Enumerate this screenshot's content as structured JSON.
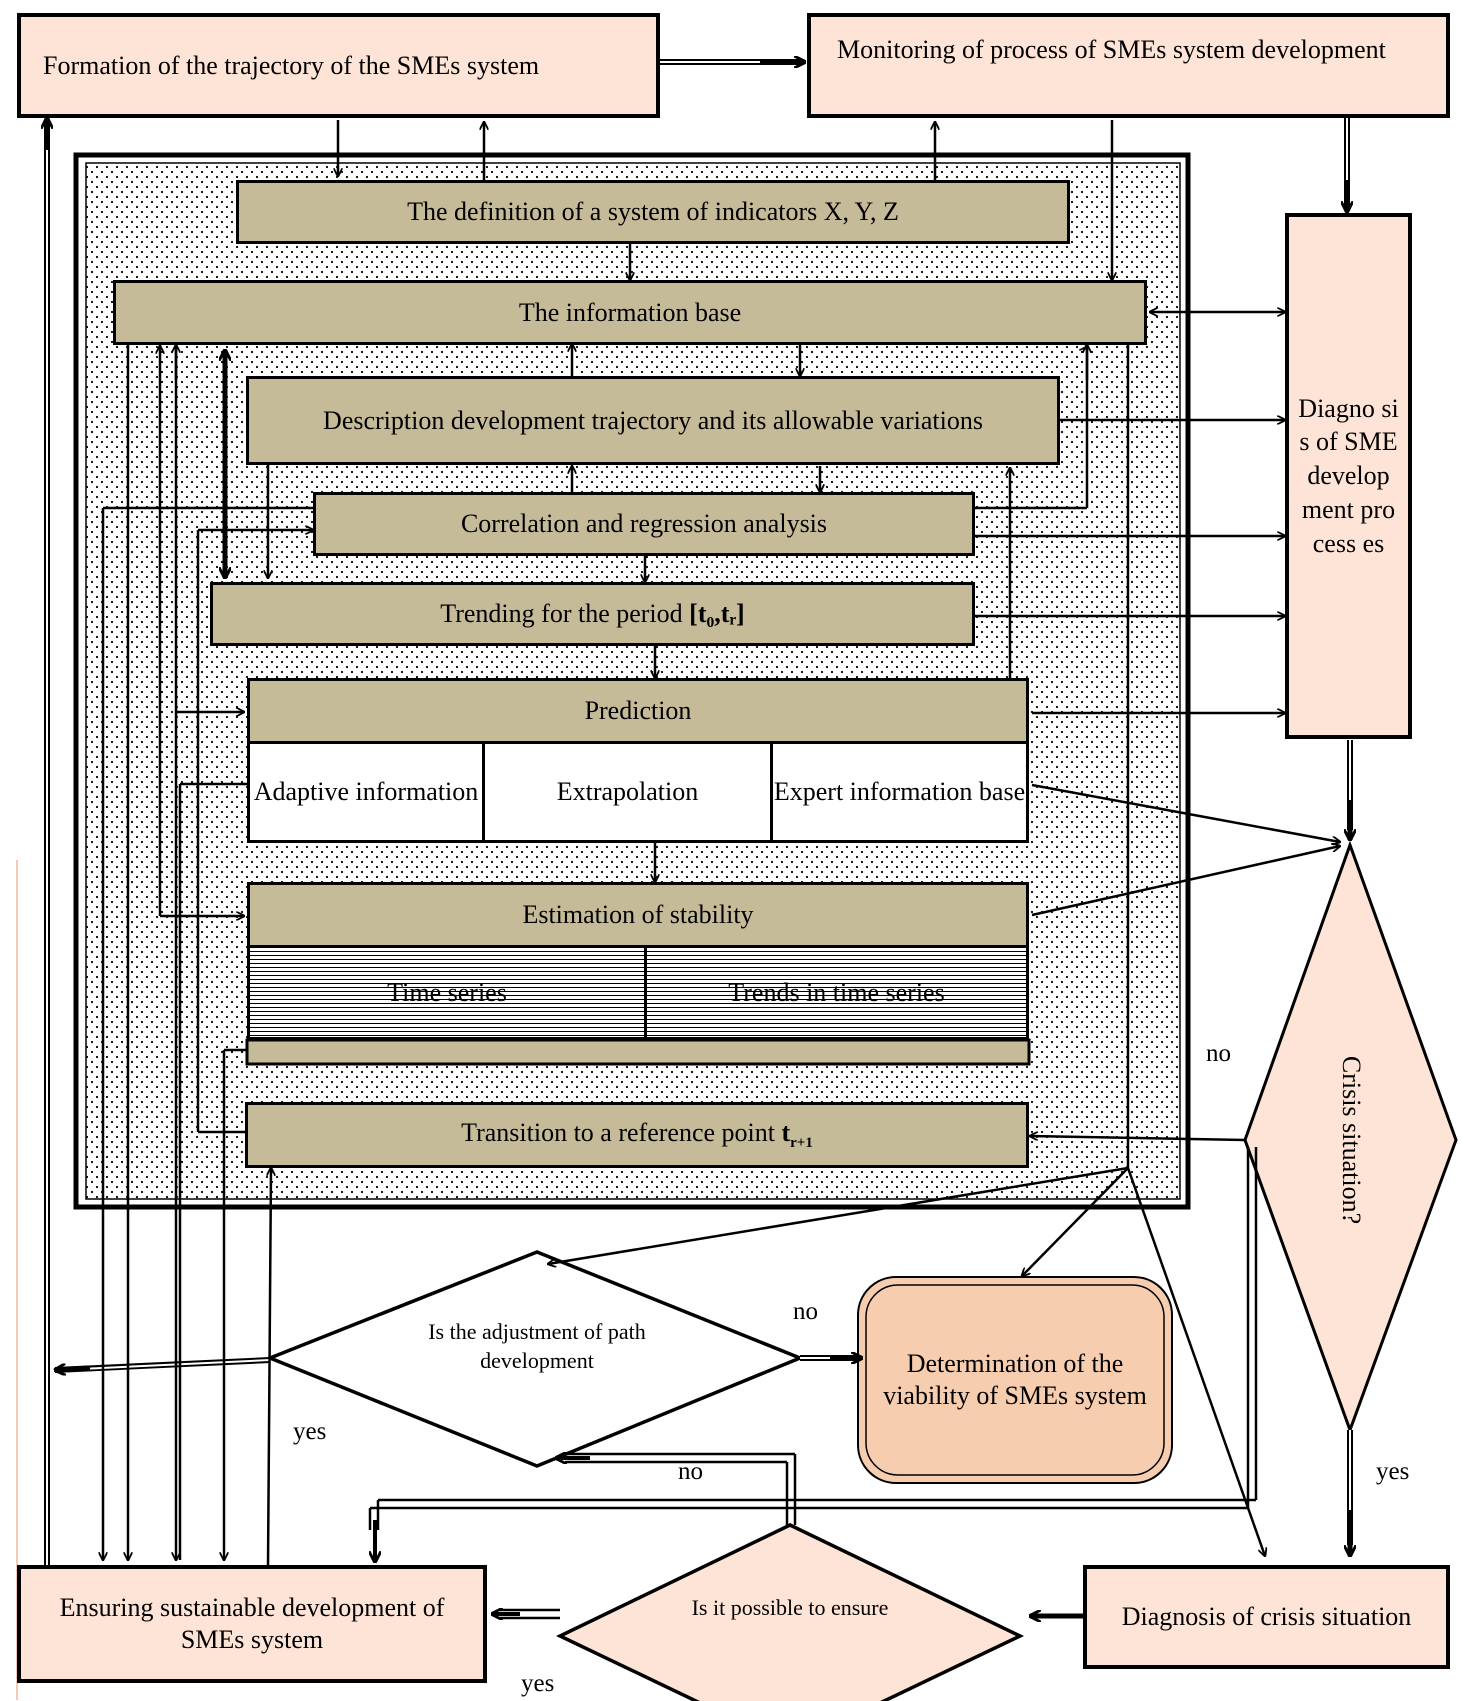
{
  "boxes": {
    "formation": "Formation of the trajectory of the SMEs system",
    "monitoring": "Monitoring of process of SMEs system development",
    "definition": "The definition of a system of indicators X, Y, Z",
    "information_base": "The information base",
    "description": "Description development trajectory and its allowable variations",
    "correlation": "Correlation and regression analysis",
    "trending_prefix": "Trending for the period",
    "trending_period": "[t₀,tᵣ]",
    "prediction": "Prediction",
    "adaptive": "Adaptive information",
    "extrapolation": "Extrapolation",
    "expert": "Expert information base",
    "stability": "Estimation of stability",
    "time_series": "Time series",
    "trends_time_series": "Trends in time series",
    "transition_prefix": "Transition to a reference point",
    "transition_t": "t",
    "transition_sub": "r+1",
    "diagnosis_sme": "Diagno sis of SME develop ment process es",
    "viability": "Determination of the viability of SMEs system",
    "ensuring": "Ensuring sustainable development of SMEs system",
    "diagnosis_crisis": "Diagnosis of crisis situation"
  },
  "decisions": {
    "crisis": "Crisis situation?",
    "adjustment": "Is the adjustment of path development",
    "possible": "Is it possible to ensure"
  },
  "edge_labels": {
    "no_crisis": "no",
    "yes_crisis": "yes",
    "no_adjust": "no",
    "yes_adjust": "yes",
    "no_possible": "no",
    "yes_possible": "yes"
  },
  "colors": {
    "peach": "#fde4d6",
    "olive": "#c6bb98",
    "viability_fill": "#f7cdb0"
  }
}
